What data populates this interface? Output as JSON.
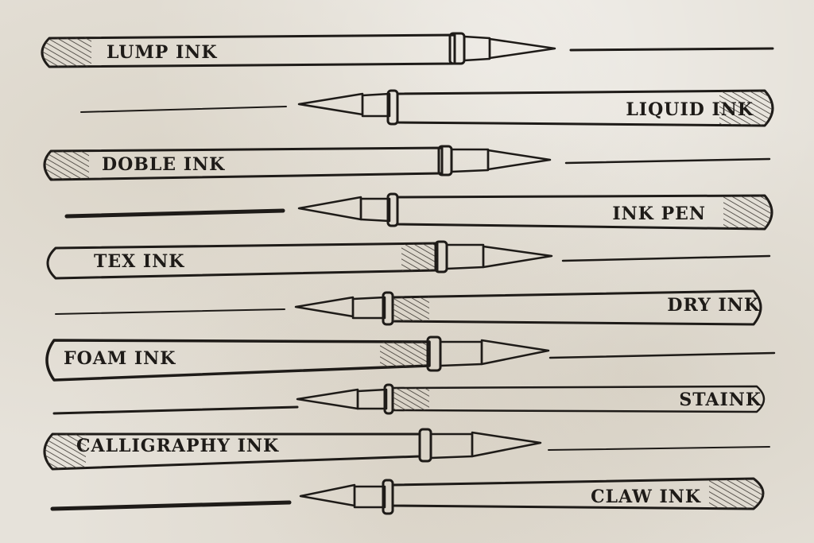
{
  "colors": {
    "paper": "#e6e2da",
    "ink": "#1e1b18",
    "hatch": "#3a3530"
  },
  "icons": {
    "pen": "quill-pen-icon",
    "stroke": "ink-stroke-icon"
  },
  "pens": [
    {
      "label": "LUMP INK"
    },
    {
      "label": "LIQUID INK"
    },
    {
      "label": "DOBLE INK"
    },
    {
      "label": "INK PEN"
    },
    {
      "label": "TEX INK"
    },
    {
      "label": "DRY INK"
    },
    {
      "label": "FOAM INK"
    },
    {
      "label": "STAINK"
    },
    {
      "label": "CALLIGRAPHY INK"
    },
    {
      "label": "CLAW INK"
    }
  ]
}
